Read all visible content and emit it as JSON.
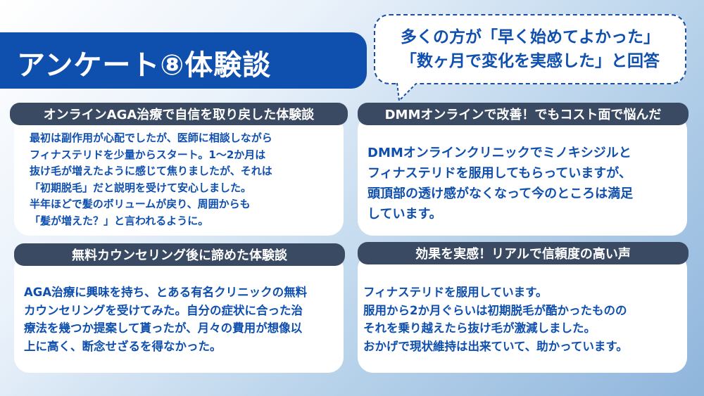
{
  "title": "アンケート⑧体験談",
  "callout": {
    "line1": "多くの方が「早く始めてよかった」",
    "line2": "「数ヶ月で変化を実感した」と回答"
  },
  "cards": [
    {
      "heading": "オンラインAGA治療で自信を取り戻した体験談",
      "lines": [
        "最初は副作用が心配でしたが、医師に相談しながら",
        "フィナステリドを少量からスタート。1〜2か月は",
        "抜け毛が増えたように感じて焦りましたが、それは",
        "「初期脱毛」だと説明を受けて安心しました。",
        "半年ほどで髪のボリュームが戻り、周囲からも",
        "「髪が増えた？」と言われるように。"
      ]
    },
    {
      "heading": "DMMオンラインで改善！でもコスト面で悩んだ",
      "lines": [
        "DMMオンラインクリニックでミノキシジルと",
        "フィナステリドを服用してもらっていますが、",
        "頭頂部の透け感がなくなって今のところは満足",
        "しています。"
      ]
    },
    {
      "heading": "無料カウンセリング後に諦めた体験談",
      "lines": [
        "AGA治療に興味を持ち、とある有名クリニックの無料",
        "カウンセリングを受けてみた。自分の症状に合った治",
        "療法を幾つか提案して貰ったが、月々の費用が想像以",
        "上に高く、断念せざるを得なかった。"
      ]
    },
    {
      "heading": "効果を実感！リアルで信頼度の高い声",
      "lines": [
        "フィナステリドを服用しています。",
        "服用から2か月ぐらいは初期脱毛が酷かったものの",
        "それを乗り越えたら抜け毛が激減しました。",
        "おかげで現状維持は出来ていて、助かっています。"
      ]
    }
  ],
  "colors": {
    "accent_blue": "#0f4fae",
    "header_slate": "#3b4a63",
    "card_white": "#ffffff"
  }
}
